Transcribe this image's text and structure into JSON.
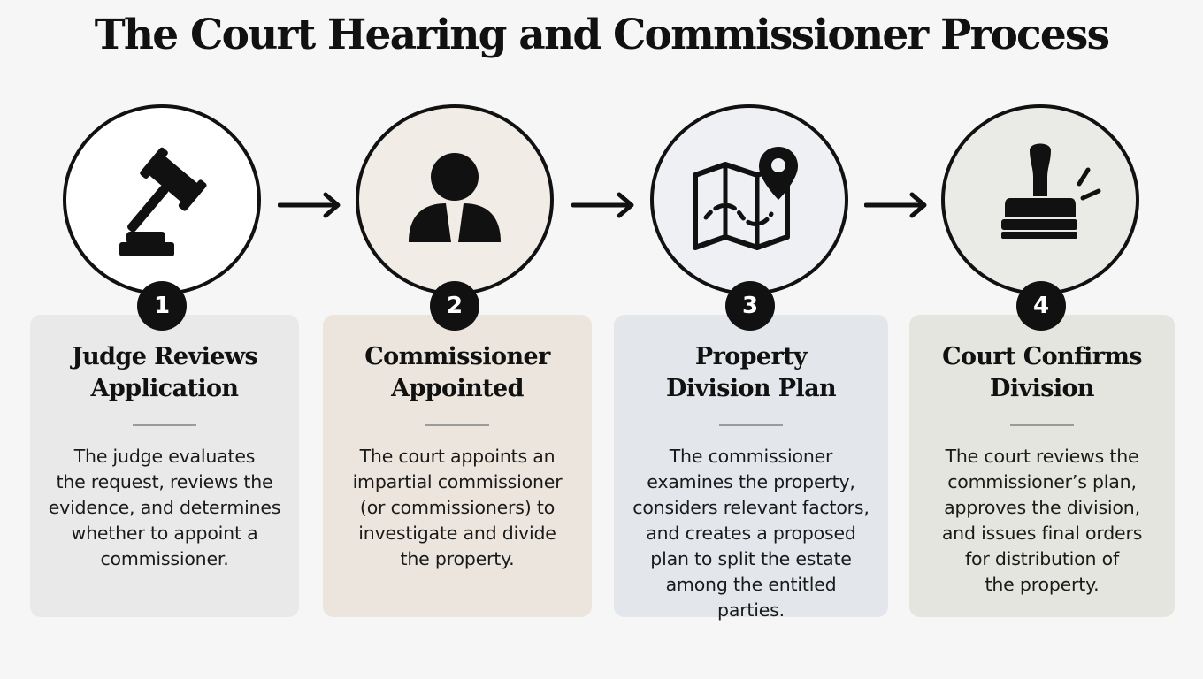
{
  "title": "The Court Hearing and Commissioner Process",
  "steps": [
    {
      "number": "1",
      "icon": "gavel-icon",
      "title_line1": "Judge Reviews",
      "title_line2": "Application",
      "desc": [
        "The judge evaluates",
        "the request, reviews the",
        "evidence, and determines",
        "whether to appoint a",
        "commissioner."
      ],
      "card_color": "#e9e9e9",
      "circle_color": "#ffffff"
    },
    {
      "number": "2",
      "icon": "person-icon",
      "title_line1": "Commissioner",
      "title_line2": "Appointed",
      "desc": [
        "The court appoints an",
        "impartial commissioner",
        "(or commissioners) to",
        "investigate and divide",
        "the property."
      ],
      "card_color": "#ebe5dd",
      "circle_color": "#f1ece6"
    },
    {
      "number": "3",
      "icon": "map-pin-icon",
      "title_line1": "Property",
      "title_line2": "Division Plan",
      "desc": [
        "The commissioner",
        "examines the property,",
        "considers relevant factors,",
        "and creates a proposed",
        "plan to split the estate",
        "among the entitled parties."
      ],
      "card_color": "#e3e7ec",
      "circle_color": "#eef0f3"
    },
    {
      "number": "4",
      "icon": "stamp-icon",
      "title_line1": "Court Confirms",
      "title_line2": "Division",
      "desc": [
        "The court reviews the",
        "commissioner’s plan,",
        "approves the division,",
        "and issues final orders",
        "for distribution of",
        "the property."
      ],
      "card_color": "#e4e5de",
      "circle_color": "#eaebe6"
    }
  ]
}
